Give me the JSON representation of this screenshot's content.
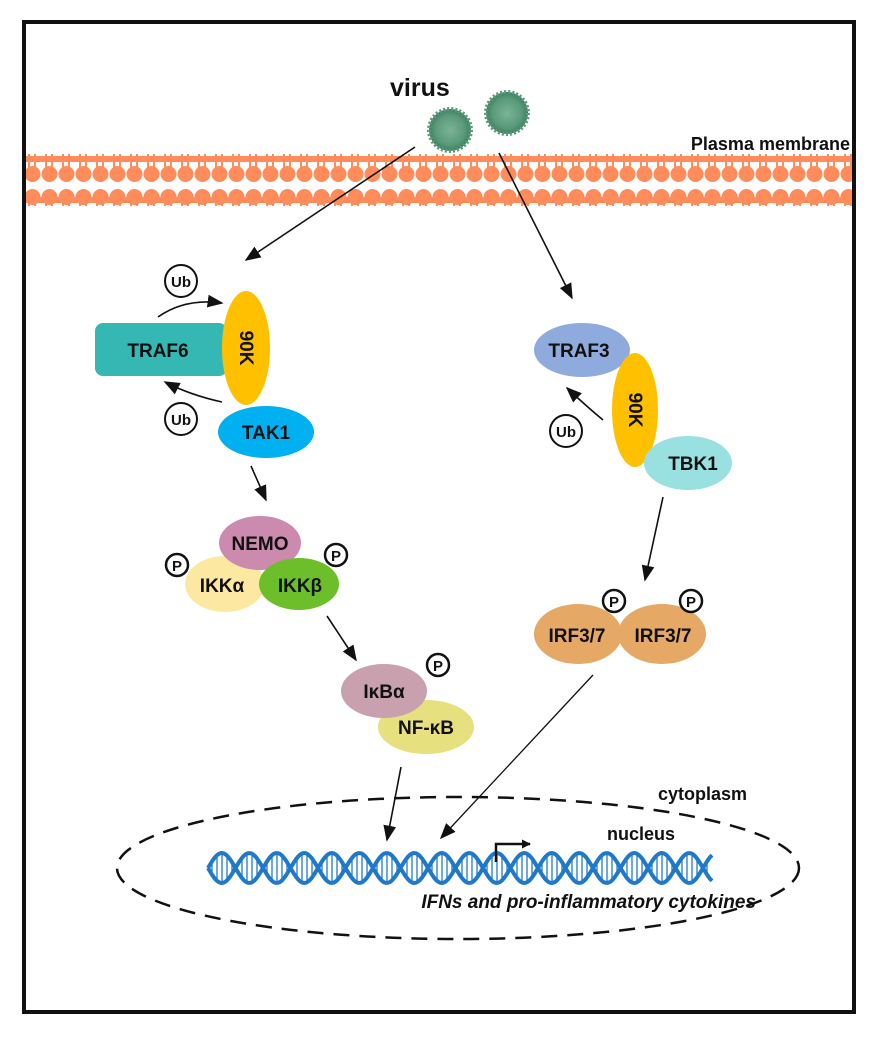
{
  "title": "Viral activation of NF-κB and IRF3/7 signaling via 90K",
  "labels": {
    "virus": "virus",
    "plasma_membrane": "Plasma membrane",
    "cytoplasm": "cytoplasm",
    "nucleus": "nucleus",
    "gene_output": "IFNs and pro-inflammatory cytokines"
  },
  "proteins": {
    "traf6": {
      "label": "TRAF6",
      "color": "#35b8b3"
    },
    "k90_left": {
      "label": "90K",
      "color": "#ffc000"
    },
    "tak1": {
      "label": "TAK1",
      "color": "#00b0f0"
    },
    "nemo": {
      "label": "NEMO",
      "color": "#cc8aaf"
    },
    "ikka": {
      "label": "IKKα",
      "color": "#fce8a0"
    },
    "ikkb": {
      "label": "IKKβ",
      "color": "#6cbf2a"
    },
    "ikba": {
      "label": "IκBα",
      "color": "#c9a0ae"
    },
    "nfkb": {
      "label": "NF-κB",
      "color": "#e7e07e"
    },
    "traf3": {
      "label": "TRAF3",
      "color": "#8faadc"
    },
    "k90_right": {
      "label": "90K",
      "color": "#ffc000"
    },
    "tbk1": {
      "label": "TBK1",
      "color": "#99e0e0"
    },
    "irf_a": {
      "label": "IRF3/7",
      "color": "#e6a865"
    },
    "irf_b": {
      "label": "IRF3/7",
      "color": "#e6a865"
    }
  },
  "modifications": {
    "ub": "Ub",
    "p": "P"
  },
  "colors": {
    "membrane": "#ff8c5a",
    "virus": "#5a9a7a",
    "dna": "#1f78c8",
    "frame": "#111111"
  }
}
